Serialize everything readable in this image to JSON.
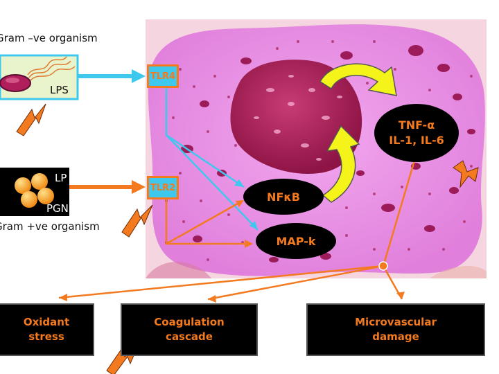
{
  "gram_negative": {
    "caption": "Gram –ve organism",
    "component": "LPS"
  },
  "gram_positive": {
    "caption": "Gram +ve organism",
    "components": [
      "LP",
      "PGN"
    ]
  },
  "receptors": [
    "TLR4",
    "TLR2"
  ],
  "nodes": {
    "nfkb": "NFκB",
    "mapk": "MAP-k",
    "cytokines_line1": "TNF-α",
    "cytokines_line2": "IL-1, IL-6"
  },
  "outcomes": [
    "Oxidant\nstress",
    "Coagulation\ncascade",
    "Microvascular\ndamage"
  ],
  "colors": {
    "orange": "#f47a1f",
    "cyan": "#3ec8ee",
    "cell": "#e68be2",
    "nucleus": "#b01f5c",
    "yellow_arrow": "#f4f41a"
  },
  "icons": [
    "lightning-icon",
    "bacterium-icon",
    "cocci-icon"
  ]
}
